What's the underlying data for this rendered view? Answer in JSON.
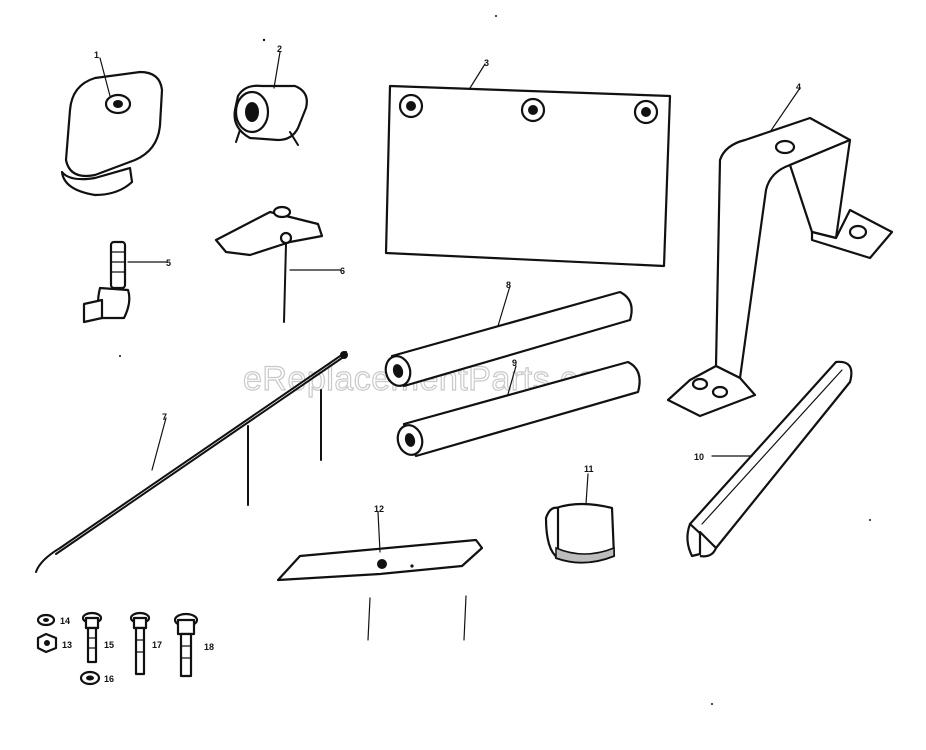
{
  "watermark": "eReplacementParts.com",
  "callouts": {
    "p1": "1",
    "p2": "2",
    "p3": "3",
    "p4": "4",
    "p5": "5",
    "p6": "6",
    "p7": "7",
    "p8": "8",
    "p9": "9",
    "p10": "10",
    "p11": "11",
    "p12": "12",
    "p13": "13",
    "p14": "14",
    "p15": "15",
    "p16": "16",
    "p17": "17",
    "p18": "18"
  }
}
